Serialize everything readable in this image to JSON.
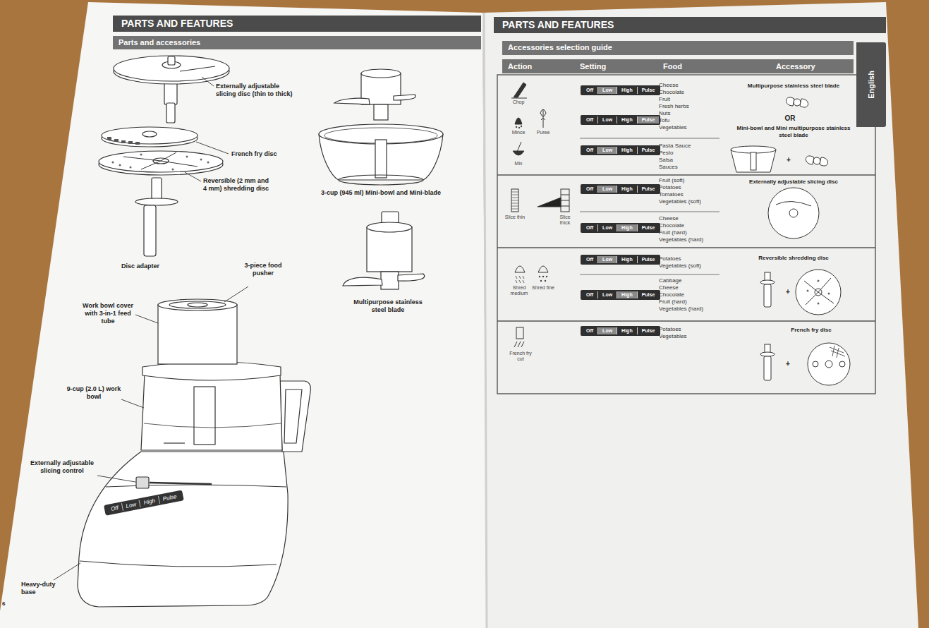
{
  "diagram": {
    "nodes": [
      {
        "text": [
          "PARTS AND FEATURES"
        ]
      },
      {
        "text": [
          "Parts and accessories"
        ]
      },
      {
        "text": [
          "Off",
          "Low",
          "High",
          "Pulse"
        ]
      },
      {
        "text": [
          "PARTS AND FEATURES"
        ]
      },
      {
        "text": [
          "Accessories selection guide"
        ]
      },
      {
        "text": [
          "English"
        ]
      },
      {
        "text": [
          "Action",
          "Setting",
          "Food",
          "Accessory"
        ]
      },
      {
        "text": [
          "Off",
          "Low",
          "High",
          "Pulse"
        ]
      },
      {
        "text": [
          "Off",
          "Low",
          "High",
          "Pulse"
        ]
      },
      {
        "text": [
          "Off",
          "Low",
          "High",
          "Pulse"
        ]
      },
      {
        "text": [
          "Off",
          "Low",
          "High",
          "Pulse"
        ]
      },
      {
        "text": [
          "Off",
          "Low",
          "High",
          "Pulse"
        ]
      },
      {
        "text": [
          "Off",
          "Low",
          "High",
          "Pulse"
        ]
      },
      {
        "text": [
          "Off",
          "Low",
          "High",
          "Pulse"
        ]
      },
      {
        "text": [
          "Off",
          "Low",
          "High",
          "Pulse"
        ]
      }
    ],
    "labels": [
      "Externally adjustable slicing disc (thin to thick)",
      "French fry disc",
      "Reversible (2 mm and 4 mm) shredding disc",
      "3-cup (945 ml) Mini-bowl and Mini-blade",
      "Disc adapter",
      "3-piece food pusher",
      "Multipurpose stainless steel blade",
      "Work bowl cover with 3-in-1 feed tube",
      "9-cup (2.0 L) work bowl",
      "Externally adjustable slicing control",
      "Heavy-duty base",
      "6",
      "Chop",
      "Mince",
      "Puree",
      "Mix",
      "Slice thin",
      "Slice thick",
      "Shred medium",
      "Shred fine",
      "French fry cut",
      "Cheese",
      "Chocolate",
      "Fruit",
      "Fresh herbs",
      "Nuts",
      "Tofu",
      "Vegetables",
      "Pasta Sauce",
      "Pesto",
      "Salsa",
      "Sauces",
      "Fruit (soft)",
      "Potatoes",
      "Tomatoes",
      "Vegetables (soft)",
      "Cheese",
      "Chocolate",
      "Fruit (hard)",
      "Vegetables (hard)",
      "Potatoes",
      "Vegetables (soft)",
      "Cabbage",
      "Cheese",
      "Chocolate",
      "Fruit (hard)",
      "Vegetables (hard)",
      "Potatoes",
      "Vegetables",
      "Multipurpose stainless steel blade",
      "OR",
      "Mini-bowl and Mini multipurpose stainless steel blade",
      "+",
      "Externally adjustable slicing disc",
      "Reversible shredding disc",
      "+",
      "French fry disc",
      "+"
    ]
  }
}
